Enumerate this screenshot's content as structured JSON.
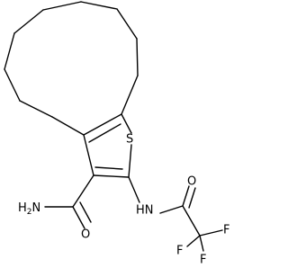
{
  "atoms": {
    "sulfur": "S",
    "amide_nitrogen": "H2N",
    "amide_nitrogen_prefix": "H",
    "amide_nitrogen_sub": "2",
    "amide_nitrogen_suffix": "N",
    "amide_oxygen": "O",
    "nh": "HN",
    "acyl_oxygen": "O",
    "fluorine_1": "F",
    "fluorine_2": "F",
    "fluorine_3": "F"
  },
  "colors": {
    "bond": "#000000",
    "label": "#000000",
    "background": "#ffffff"
  }
}
